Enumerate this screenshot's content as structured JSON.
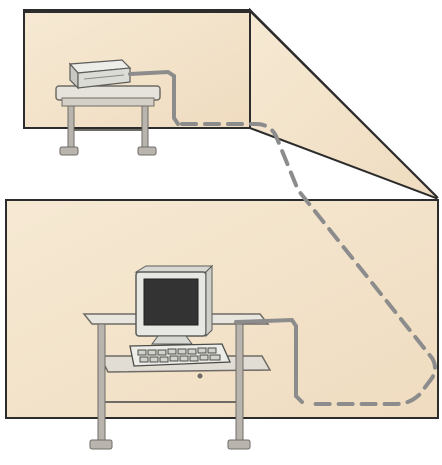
{
  "diagram": {
    "rooms": [
      {
        "id": "upper-room",
        "device": "network-device"
      },
      {
        "id": "lower-room",
        "device": "desktop-computer"
      }
    ],
    "connection": {
      "style": "dashed",
      "from": "network-device",
      "to": "desktop-computer"
    },
    "colors": {
      "wall": "#f1e1c6",
      "wall_edge": "#2c2c2c",
      "cable": "#8c8c8c",
      "desk_top": "#e6e3dc",
      "desk_leg": "#b9b5ae",
      "monitor_body": "#e7e7e3",
      "screen": "#333333",
      "device_body": "#dcdcd6"
    },
    "icons": [
      "network-device-icon",
      "desk-icon",
      "monitor-icon",
      "keyboard-icon",
      "cable-icon"
    ]
  }
}
